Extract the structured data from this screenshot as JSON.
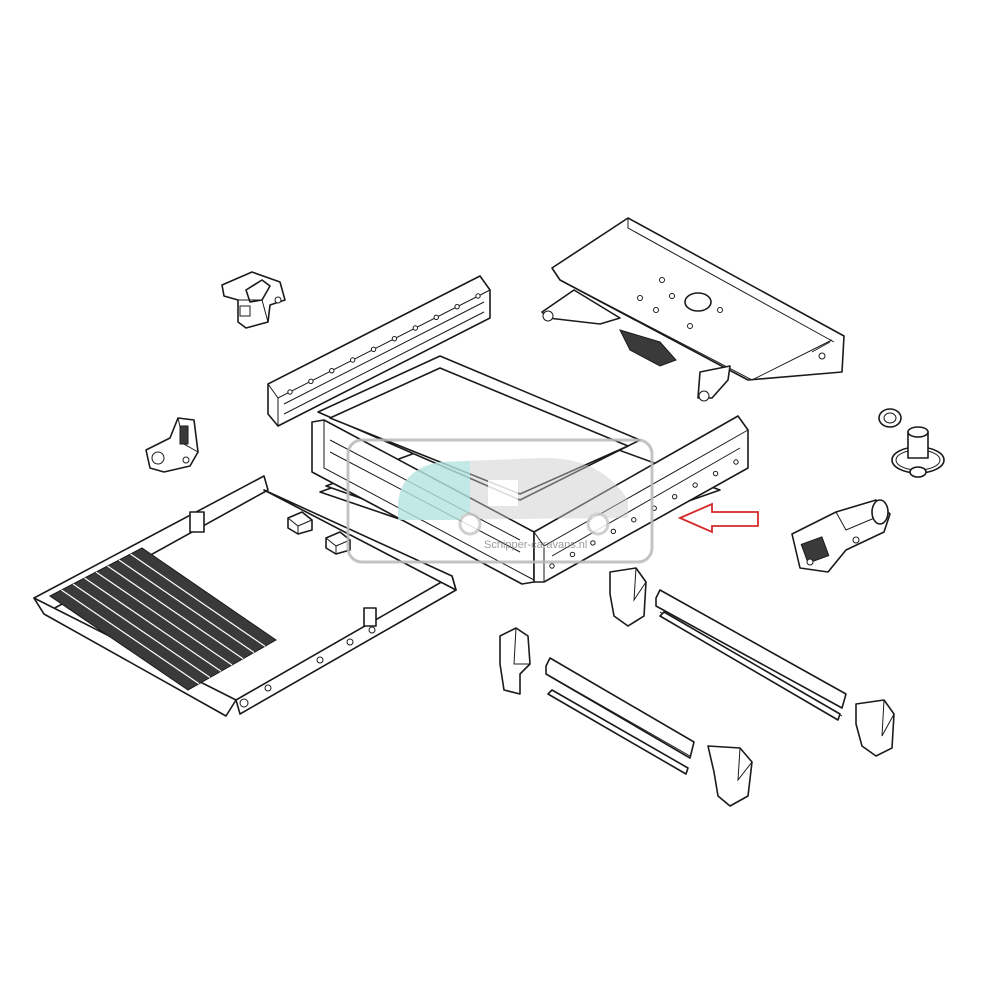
{
  "watermark": {
    "text": "Schipper-caravans.nl",
    "icon": "caravan-icon",
    "colors": {
      "frame": "#b9b9b9",
      "caravan_front": "#b2e6e2",
      "caravan_body": "#c8c8c8"
    }
  },
  "callout": {
    "icon": "arrow-left-icon",
    "color": "#d42a2a"
  },
  "parts": [
    "step-tread",
    "step-housing-frame",
    "housing-plate",
    "side-rail",
    "lift-mechanism-plate",
    "motor",
    "gear",
    "guide-rail",
    "end-cap",
    "bracket",
    "clip"
  ]
}
